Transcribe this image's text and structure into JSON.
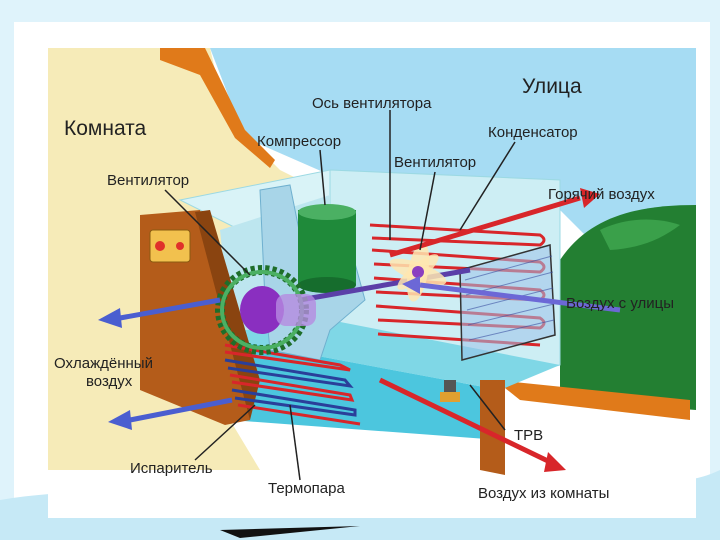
{
  "labels": {
    "room": "Комната",
    "street": "Улица",
    "fan_axis": "Ось вентилятора",
    "compressor": "Компрессор",
    "condenser": "Конденсатор",
    "fan_right": "Вентилятор",
    "fan_left": "Вентилятор",
    "hot_air": "Горячий воздух",
    "street_air": "Воздух с улицы",
    "cooled_air_1": "Охлаждённый",
    "cooled_air_2": "воздух",
    "trv": "ТРВ",
    "evaporator": "Испаритель",
    "thermocouple": "Термопара",
    "room_air": "Воздух из комнаты"
  },
  "colors": {
    "page_bg": "#dff3fb",
    "wall": "#f5e8b0",
    "wall_orange": "#e07a1a",
    "sky": "#9fd8f2",
    "tree": "#1f7a2e",
    "unit_body": "#c8eef5",
    "unit_base": "#4fc8e0",
    "compressor": "#1f8a3a",
    "pipe_red": "#d8262a",
    "pipe_blue": "#2a3f9a",
    "panel": "#b05a18"
  }
}
